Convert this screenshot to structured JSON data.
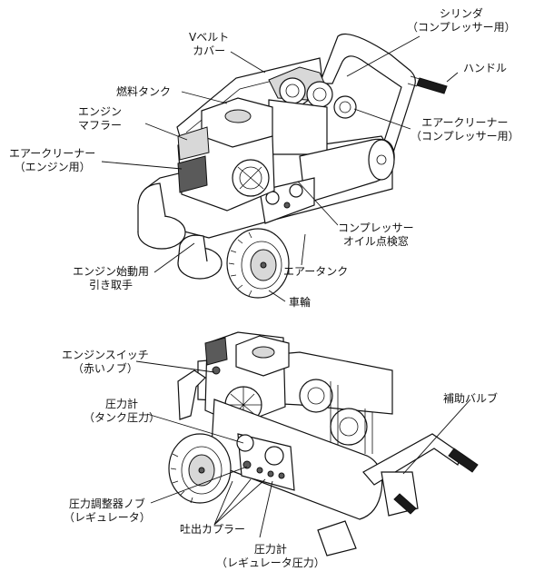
{
  "upper_view": {
    "labels": {
      "v_belt_cover": [
        "Vベルト",
        "カバー"
      ],
      "cylinder": [
        "シリンダ",
        "（コンプレッサー用）"
      ],
      "handle": [
        "ハンドル"
      ],
      "fuel_tank": [
        "燃料タンク"
      ],
      "engine_muffler": [
        "エンジン",
        "マフラー"
      ],
      "air_cleaner_engine": [
        "エアークリーナー",
        "（エンジン用）"
      ],
      "air_cleaner_compressor": [
        "エアークリーナー",
        "（コンプレッサー用）"
      ],
      "compressor_oil_window": [
        "コンプレッサー",
        "オイル点検窓"
      ],
      "engine_starter_grip": [
        "エンジン始動用",
        "引き取手"
      ],
      "air_tank": [
        "エアータンク"
      ],
      "wheel": [
        "車輪"
      ]
    }
  },
  "lower_view": {
    "labels": {
      "engine_switch": [
        "エンジンスイッチ",
        "（赤いノブ）"
      ],
      "pressure_gauge_tank": [
        "圧力計",
        "（タンク圧力）"
      ],
      "auxiliary_valve": [
        "補助バルブ"
      ],
      "regulator_knob": [
        "圧力調整器ノブ",
        "（レギュレータ）"
      ],
      "outlet_coupler": [
        "吐出カプラー"
      ],
      "pressure_gauge_regulator": [
        "圧力計",
        "（レギュレータ圧力）"
      ]
    }
  }
}
